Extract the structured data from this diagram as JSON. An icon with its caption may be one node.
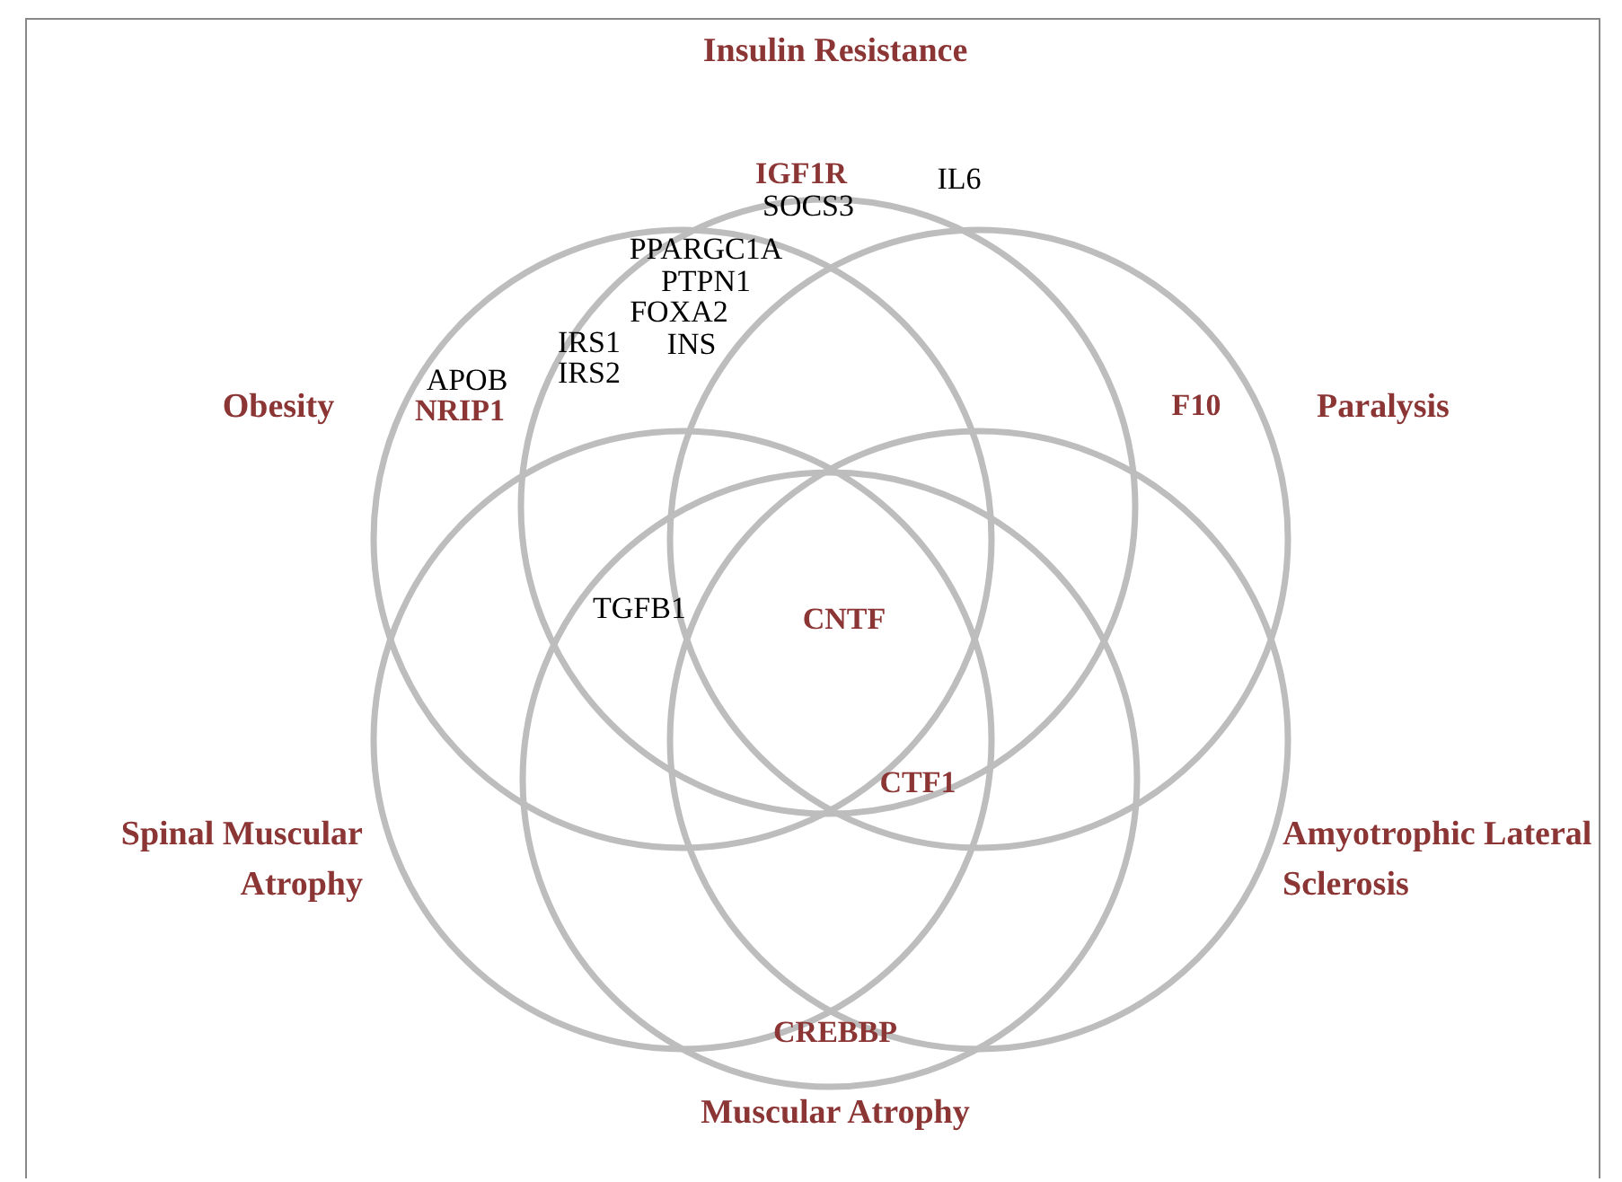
{
  "diagram": {
    "nodes": [
      {
        "text": [
          "Insulin Resistance"
        ]
      },
      {
        "text": [
          "Obesity"
        ]
      },
      {
        "text": [
          "Paralysis"
        ]
      },
      {
        "text": [
          "Spinal Muscular Atrophy"
        ]
      },
      {
        "text": [
          "Amyotrophic Lateral Sclerosis"
        ]
      },
      {
        "text": [
          "Muscular Atrophy"
        ]
      }
    ],
    "edges": [],
    "labels": [
      "IGF1R",
      "SOCS3",
      "IL6",
      "PPARGC1A",
      "PTPN1",
      "FOXA2",
      "IRS1",
      "INS",
      "APOB",
      "IRS2",
      "F10",
      "NRIP1",
      "TGFB1",
      "CNTF",
      "CTF1",
      "CREBBP"
    ]
  }
}
